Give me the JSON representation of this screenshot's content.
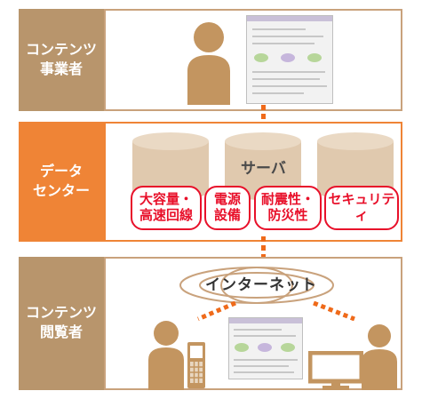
{
  "rows": [
    {
      "label_line1": "コンテンツ",
      "label_line2": "事業者"
    },
    {
      "label_line1": "データ",
      "label_line2": "センター"
    },
    {
      "label_line1": "コンテンツ",
      "label_line2": "閲覧者"
    }
  ],
  "server": {
    "title": "サーバ"
  },
  "features": [
    {
      "line1": "大容量・",
      "line2": "高速回線"
    },
    {
      "line1": "電源",
      "line2": "設備"
    },
    {
      "line1": "耐震性・",
      "line2": "防災性"
    },
    {
      "line1": "セキュリティ",
      "line2": ""
    }
  ],
  "network": {
    "label": "インターネット"
  },
  "colors": {
    "tan": "#b8956c",
    "orange": "#ef8436",
    "red": "#e8102a",
    "person": "#c39560",
    "cylinder": "#e0c9ae"
  },
  "icons": [
    "person-icon",
    "document-screenshot",
    "server-cylinder-icon",
    "mobile-phone-icon",
    "monitor-icon",
    "internet-ellipse-icon"
  ]
}
